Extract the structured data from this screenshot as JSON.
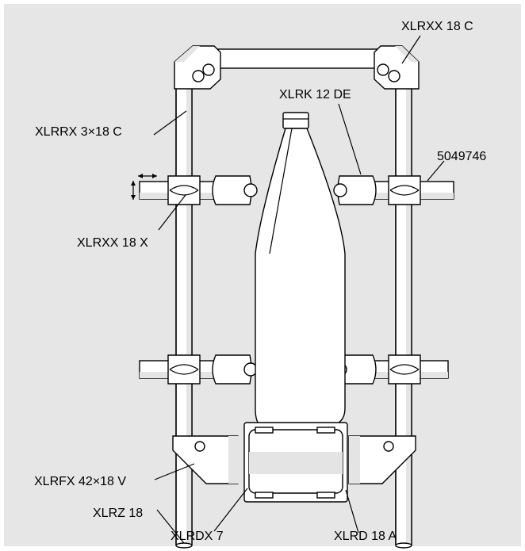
{
  "colors": {
    "panel_background": "#e6e6e6",
    "part_fill": "#ffffff",
    "part_shade": "#e4e4e4",
    "outline": "#000000"
  },
  "labels": {
    "top_right_connector": "XLRXX 18 C",
    "clamp_head": "XLRK 12 DE",
    "vertical_rod": "XLRRX 3×18 C",
    "part_number": "5049746",
    "cross_connector": "XLRXX 18 X",
    "base_bracket": "XLRFX 42×18 V",
    "rod_end_cap": "XLRZ 18",
    "roller_unit": "XLRDX 7",
    "roller_support": "XLRD 18 A"
  }
}
